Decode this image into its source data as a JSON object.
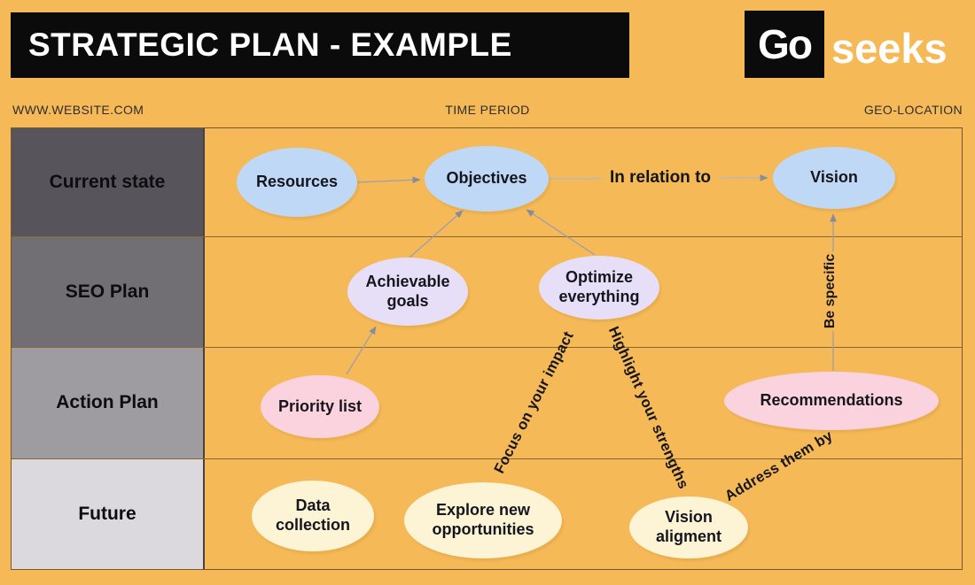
{
  "header": {
    "title": "STRATEGIC PLAN - EXAMPLE"
  },
  "logo": {
    "mark": "Go",
    "name": "seeks"
  },
  "meta": {
    "website": "WWW.WEBSITE.COM",
    "time_period": "TIME PERIOD",
    "geo_location": "GEO-LOCATION"
  },
  "rows": [
    {
      "label": "Current state",
      "color": "#57545b"
    },
    {
      "label": "SEO Plan",
      "color": "#716e74"
    },
    {
      "label": "Action Plan",
      "color": "#9e9ba1"
    },
    {
      "label": "Future",
      "color": "#dbd9de"
    }
  ],
  "nodes": {
    "resources": {
      "label": "Resources",
      "fill": "#bed8f6",
      "row": "Current state"
    },
    "objectives": {
      "label": "Objectives",
      "fill": "#bed8f6",
      "row": "Current state"
    },
    "vision": {
      "label": "Vision",
      "fill": "#bed8f6",
      "row": "Current state"
    },
    "achievable_goals": {
      "label": "Achievable goals",
      "fill": "#e6dff7",
      "row": "SEO Plan"
    },
    "optimize_everything": {
      "label": "Optimize everything",
      "fill": "#e6dff7",
      "row": "SEO Plan"
    },
    "priority_list": {
      "label": "Priority list",
      "fill": "#fbd3de",
      "row": "Action Plan"
    },
    "recommendations": {
      "label": "Recommendations",
      "fill": "#fbd3de",
      "row": "Action Plan"
    },
    "data_collection": {
      "label": "Data collection",
      "fill": "#fdf4d6",
      "row": "Future"
    },
    "explore_new_opportunities": {
      "label": "Explore new opportunities",
      "fill": "#fdf4d6",
      "row": "Future"
    },
    "vision_aligment": {
      "label": "Vision aligment",
      "fill": "#fdf4d6",
      "row": "Future"
    }
  },
  "edges": {
    "in_relation_to": {
      "label": "In relation to",
      "from": "objectives",
      "to": "vision"
    },
    "be_specific": {
      "label": "Be specific",
      "from": "recommendations",
      "to": "vision"
    },
    "focus_on_impact": {
      "label": "Focus on your impact",
      "from": "explore_new_opportunities",
      "to": "optimize_everything"
    },
    "highlight_strengths": {
      "label": "Highlight your strengths",
      "from": "optimize_everything",
      "to": "vision_aligment"
    },
    "address_them_by": {
      "label": "Address them by",
      "from": "vision_aligment",
      "to": "recommendations"
    }
  },
  "colors": {
    "background": "#f6b957",
    "header_bg": "#0b0b0c",
    "title_text": "#ffffff",
    "node_text": "#15151d",
    "line": "#9aa0ab",
    "grid_line": "#6b5a33"
  }
}
